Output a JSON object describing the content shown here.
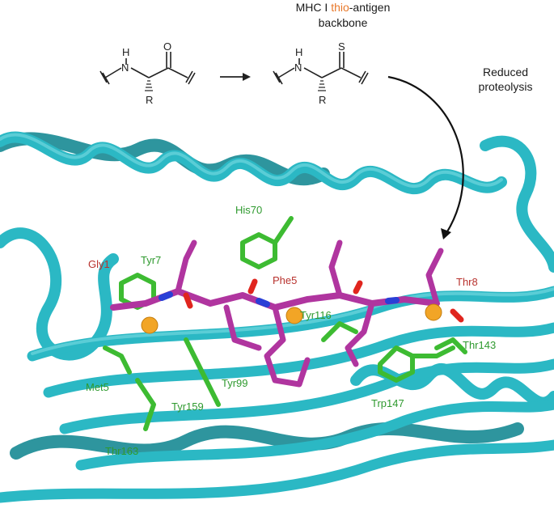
{
  "header": {
    "title_line1_prefix": "MHC I ",
    "title_line1_accent": "thio",
    "title_line1_suffix": "-antigen",
    "title_line2": "backbone",
    "accent_color": "#e8782a"
  },
  "chem": {
    "left": {
      "amine": "H",
      "n": "N",
      "carbonyl": "O",
      "sidechain": "R"
    },
    "right": {
      "amine": "H",
      "n": "N",
      "thio": "S",
      "sidechain": "R"
    }
  },
  "annotation": {
    "line1": "Reduced",
    "line2": "proteolysis"
  },
  "residues": {
    "peptide": [
      "Gly1",
      "Phe5",
      "Thr8"
    ],
    "mhc": [
      "Tyr7",
      "His70",
      "Tyr116",
      "Met5",
      "Tyr99",
      "Tyr159",
      "Thr163",
      "Trp147",
      "Thr143"
    ]
  },
  "colors": {
    "ribbon": "#2bb8c4",
    "ribbon_dark": "#1a8c97",
    "peptide": "#b0359f",
    "mhc_sidechain": "#3dbb32",
    "nitrogen": "#2a3fd6",
    "oxygen": "#e0251e",
    "sulfur": "#f2a526",
    "sulfur_sidechain": "#d8c22a"
  }
}
